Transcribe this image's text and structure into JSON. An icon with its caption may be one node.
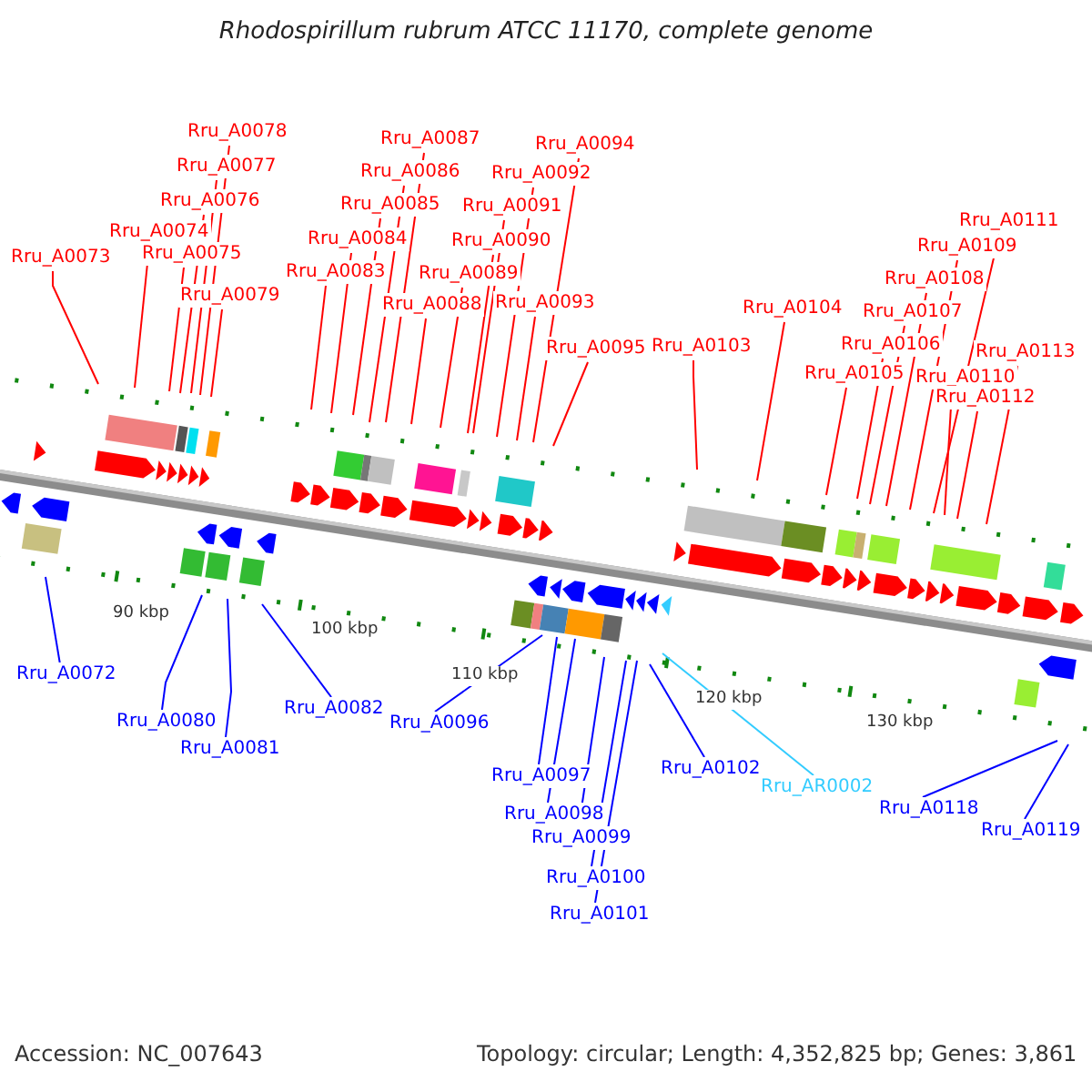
{
  "diagram": {
    "title": "Rhodospirillum rubrum ATCC 11170, complete genome",
    "nodes": [
      {
        "text": [
          "Rru_A0072"
        ]
      },
      {
        "text": [
          "Rru_A0073"
        ]
      },
      {
        "text": [
          "Rru_A0074"
        ]
      },
      {
        "text": [
          "Rru_A0075"
        ]
      },
      {
        "text": [
          "Rru_A0076"
        ]
      },
      {
        "text": [
          "Rru_A0077"
        ]
      },
      {
        "text": [
          "Rru_A0078"
        ]
      },
      {
        "text": [
          "Rru_A0079"
        ]
      },
      {
        "text": [
          "Rru_A0080"
        ]
      },
      {
        "text": [
          "Rru_A0081"
        ]
      },
      {
        "text": [
          "Rru_A0082"
        ]
      },
      {
        "text": [
          "Rru_A0083"
        ]
      },
      {
        "text": [
          "Rru_A0084"
        ]
      },
      {
        "text": [
          "Rru_A0085"
        ]
      },
      {
        "text": [
          "Rru_A0086"
        ]
      },
      {
        "text": [
          "Rru_A0087"
        ]
      },
      {
        "text": [
          "Rru_A0088"
        ]
      },
      {
        "text": [
          "Rru_A0089"
        ]
      },
      {
        "text": [
          "Rru_A0090"
        ]
      },
      {
        "text": [
          "Rru_A0091"
        ]
      },
      {
        "text": [
          "Rru_A0092"
        ]
      },
      {
        "text": [
          "Rru_A0093"
        ]
      },
      {
        "text": [
          "Rru_A0094"
        ]
      },
      {
        "text": [
          "Rru_A0095"
        ]
      },
      {
        "text": [
          "Rru_A0096"
        ]
      },
      {
        "text": [
          "Rru_A0097"
        ]
      },
      {
        "text": [
          "Rru_A0098"
        ]
      },
      {
        "text": [
          "Rru_A0099"
        ]
      },
      {
        "text": [
          "Rru_A0100"
        ]
      },
      {
        "text": [
          "Rru_A0101"
        ]
      },
      {
        "text": [
          "Rru_A0102"
        ]
      },
      {
        "text": [
          "Rru_AR0002"
        ]
      },
      {
        "text": [
          "Rru_A0103"
        ]
      },
      {
        "text": [
          "Rru_A0104"
        ]
      },
      {
        "text": [
          "Rru_A0105"
        ]
      },
      {
        "text": [
          "Rru_A0106"
        ]
      },
      {
        "text": [
          "Rru_A0107"
        ]
      },
      {
        "text": [
          "Rru_A0108"
        ]
      },
      {
        "text": [
          "Rru_A0109"
        ]
      },
      {
        "text": [
          "Rru_A0110"
        ]
      },
      {
        "text": [
          "Rru_A0111"
        ]
      },
      {
        "text": [
          "Rru_A0112"
        ]
      },
      {
        "text": [
          "Rru_A0113"
        ]
      },
      {
        "text": [
          "Rru_A0118"
        ]
      },
      {
        "text": [
          "Rru_A0119"
        ]
      }
    ],
    "edges": [
      {
        "from": 0,
        "to": null,
        "arrow": "none",
        "color": "#0000ff"
      },
      {
        "from": 1,
        "to": null,
        "arrow": "none"
      },
      {
        "from": 2,
        "to": null,
        "arrow": "none"
      },
      {
        "from": 3,
        "to": null,
        "arrow": "none"
      },
      {
        "from": 4,
        "to": null,
        "arrow": "none"
      },
      {
        "from": 5,
        "to": null,
        "arrow": "none"
      },
      {
        "from": 6,
        "to": null,
        "arrow": "none"
      },
      {
        "from": 7,
        "to": null,
        "arrow": "none"
      },
      {
        "from": 8,
        "to": null,
        "arrow": "none",
        "color": "#0000ff"
      },
      {
        "from": 9,
        "to": null,
        "arrow": "none",
        "color": "#0000ff"
      },
      {
        "from": 10,
        "to": null,
        "arrow": "none",
        "color": "#0000ff"
      },
      {
        "from": 11,
        "to": null,
        "arrow": "none"
      },
      {
        "from": 12,
        "to": null,
        "arrow": "none"
      },
      {
        "from": 13,
        "to": null,
        "arrow": "none"
      },
      {
        "from": 14,
        "to": null,
        "arrow": "none"
      },
      {
        "from": 15,
        "to": null,
        "arrow": "none"
      },
      {
        "from": 16,
        "to": null,
        "arrow": "none"
      },
      {
        "from": 17,
        "to": null,
        "arrow": "none"
      },
      {
        "from": 18,
        "to": null,
        "arrow": "none"
      },
      {
        "from": 19,
        "to": null,
        "arrow": "none"
      },
      {
        "from": 20,
        "to": null,
        "arrow": "none"
      },
      {
        "from": 21,
        "to": null,
        "arrow": "none"
      },
      {
        "from": 22,
        "to": null,
        "arrow": "none"
      },
      {
        "from": 23,
        "to": null,
        "arrow": "none"
      },
      {
        "from": 24,
        "to": null,
        "arrow": "none",
        "color": "#0000ff"
      },
      {
        "from": 25,
        "to": null,
        "arrow": "none",
        "color": "#0000ff"
      },
      {
        "from": 26,
        "to": null,
        "arrow": "none",
        "color": "#0000ff"
      },
      {
        "from": 27,
        "to": null,
        "arrow": "none",
        "color": "#0000ff"
      },
      {
        "from": 28,
        "to": null,
        "arrow": "none",
        "color": "#0000ff"
      },
      {
        "from": 29,
        "to": null,
        "arrow": "none",
        "color": "#0000ff"
      },
      {
        "from": 30,
        "to": null,
        "arrow": "none",
        "color": "#0000ff"
      },
      {
        "from": 31,
        "to": null,
        "arrow": "none",
        "color": "#33ccff"
      },
      {
        "from": 32,
        "to": null,
        "arrow": "none"
      },
      {
        "from": 33,
        "to": null,
        "arrow": "none"
      },
      {
        "from": 34,
        "to": null,
        "arrow": "none"
      },
      {
        "from": 35,
        "to": null,
        "arrow": "none"
      },
      {
        "from": 36,
        "to": null,
        "arrow": "none"
      },
      {
        "from": 37,
        "to": null,
        "arrow": "none"
      },
      {
        "from": 38,
        "to": null,
        "arrow": "none"
      },
      {
        "from": 39,
        "to": null,
        "arrow": "none"
      },
      {
        "from": 40,
        "to": null,
        "arrow": "none"
      },
      {
        "from": 41,
        "to": null,
        "arrow": "none"
      },
      {
        "from": 42,
        "to": null,
        "arrow": "none"
      },
      {
        "from": 43,
        "to": null,
        "arrow": "none",
        "color": "#0000ff"
      },
      {
        "from": 44,
        "to": null,
        "arrow": "none",
        "color": "#0000ff"
      }
    ],
    "labels": [
      "90 kbp",
      "100 kbp",
      "110 kbp",
      "120 kbp",
      "130 kbp",
      "Accession: NC_007643",
      "Topology: circular; Length: 4,352,825 bp; Genes: 3,861"
    ]
  }
}
